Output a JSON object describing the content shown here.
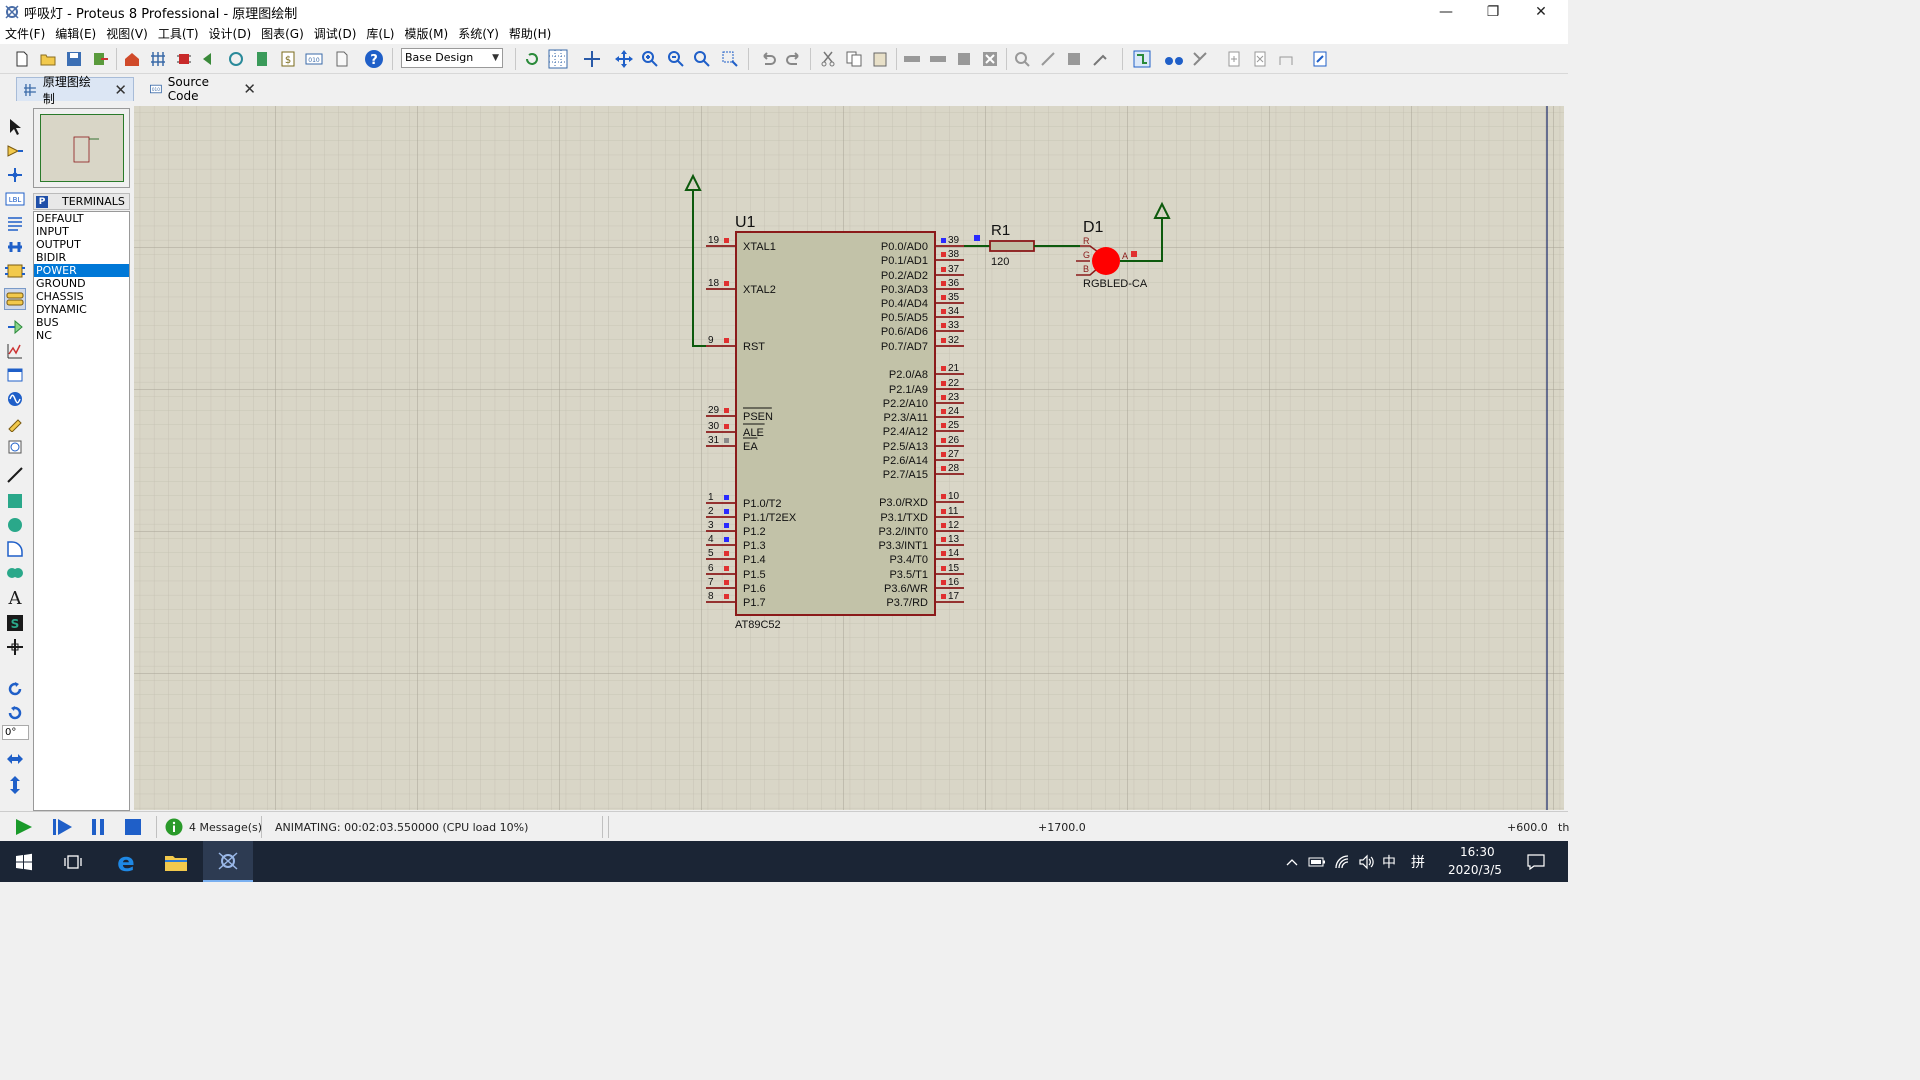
{
  "window": {
    "title": "呼吸灯 - Proteus 8 Professional - 原理图绘制",
    "minimize": "—",
    "restore": "❐",
    "close": "✕"
  },
  "menu": [
    "文件(F)",
    "编辑(E)",
    "视图(V)",
    "工具(T)",
    "设计(D)",
    "图表(G)",
    "调试(D)",
    "库(L)",
    "模版(M)",
    "系统(Y)",
    "帮助(H)"
  ],
  "toolbar": {
    "design_select": "Base Design"
  },
  "tabs": [
    {
      "label": "原理图绘制",
      "close": "✕"
    },
    {
      "label": "Source Code",
      "close": "✕"
    }
  ],
  "side": {
    "angle": "0°",
    "selector_badge": "P",
    "selector_title": "TERMINALS",
    "terminals": [
      "DEFAULT",
      "INPUT",
      "OUTPUT",
      "BIDIR",
      "POWER",
      "GROUND",
      "CHASSIS",
      "DYNAMIC",
      "BUS",
      "NC"
    ],
    "selected_terminal": "POWER"
  },
  "schematic": {
    "u1": {
      "ref": "U1",
      "part": "AT89C52",
      "left_pins": [
        {
          "num": "19",
          "name": "XTAL1"
        },
        {
          "num": "18",
          "name": "XTAL2"
        },
        {
          "num": "9",
          "name": "RST"
        },
        {
          "num": "29",
          "name": "PSEN"
        },
        {
          "num": "30",
          "name": "ALE"
        },
        {
          "num": "31",
          "name": "EA"
        },
        {
          "num": "1",
          "name": "P1.0/T2"
        },
        {
          "num": "2",
          "name": "P1.1/T2EX"
        },
        {
          "num": "3",
          "name": "P1.2"
        },
        {
          "num": "4",
          "name": "P1.3"
        },
        {
          "num": "5",
          "name": "P1.4"
        },
        {
          "num": "6",
          "name": "P1.5"
        },
        {
          "num": "7",
          "name": "P1.6"
        },
        {
          "num": "8",
          "name": "P1.7"
        }
      ],
      "right_pins": [
        {
          "num": "39",
          "name": "P0.0/AD0"
        },
        {
          "num": "38",
          "name": "P0.1/AD1"
        },
        {
          "num": "37",
          "name": "P0.2/AD2"
        },
        {
          "num": "36",
          "name": "P0.3/AD3"
        },
        {
          "num": "35",
          "name": "P0.4/AD4"
        },
        {
          "num": "34",
          "name": "P0.5/AD5"
        },
        {
          "num": "33",
          "name": "P0.6/AD6"
        },
        {
          "num": "32",
          "name": "P0.7/AD7"
        },
        {
          "num": "21",
          "name": "P2.0/A8"
        },
        {
          "num": "22",
          "name": "P2.1/A9"
        },
        {
          "num": "23",
          "name": "P2.2/A10"
        },
        {
          "num": "24",
          "name": "P2.3/A11"
        },
        {
          "num": "25",
          "name": "P2.4/A12"
        },
        {
          "num": "26",
          "name": "P2.5/A13"
        },
        {
          "num": "27",
          "name": "P2.6/A14"
        },
        {
          "num": "28",
          "name": "P2.7/A15"
        },
        {
          "num": "10",
          "name": "P3.0/RXD"
        },
        {
          "num": "11",
          "name": "P3.1/TXD"
        },
        {
          "num": "12",
          "name": "P3.2/INT0"
        },
        {
          "num": "13",
          "name": "P3.3/INT1"
        },
        {
          "num": "14",
          "name": "P3.4/T0"
        },
        {
          "num": "15",
          "name": "P3.5/T1"
        },
        {
          "num": "16",
          "name": "P3.6/WR"
        },
        {
          "num": "17",
          "name": "P3.7/RD"
        }
      ]
    },
    "r1": {
      "ref": "R1",
      "value": "120"
    },
    "d1": {
      "ref": "D1",
      "part": "RGBLED-CA",
      "pin_r": "R",
      "pin_g": "G",
      "pin_b": "B",
      "pin_a": "A",
      "color": "#ff0000"
    }
  },
  "status": {
    "messages": "4 Message(s)",
    "animating": "ANIMATING: 00:02:03.550000 (CPU load 10%)",
    "coord_x": "+1700.0",
    "coord_y": "+600.0",
    "units": "th"
  },
  "taskbar": {
    "ime": "中",
    "ime2": "拼",
    "time": "16:30",
    "date": "2020/3/5"
  },
  "colors": {
    "canvas_bg": "#d9d6c7",
    "grid": "#b8b5a6",
    "wire": "#0d5a0d",
    "chip_fill": "#c2c2a8",
    "chip_border": "#8b1a1a",
    "pin_line": "#8b1a1a",
    "led": "#ff0000",
    "selection": "#0078d7"
  }
}
